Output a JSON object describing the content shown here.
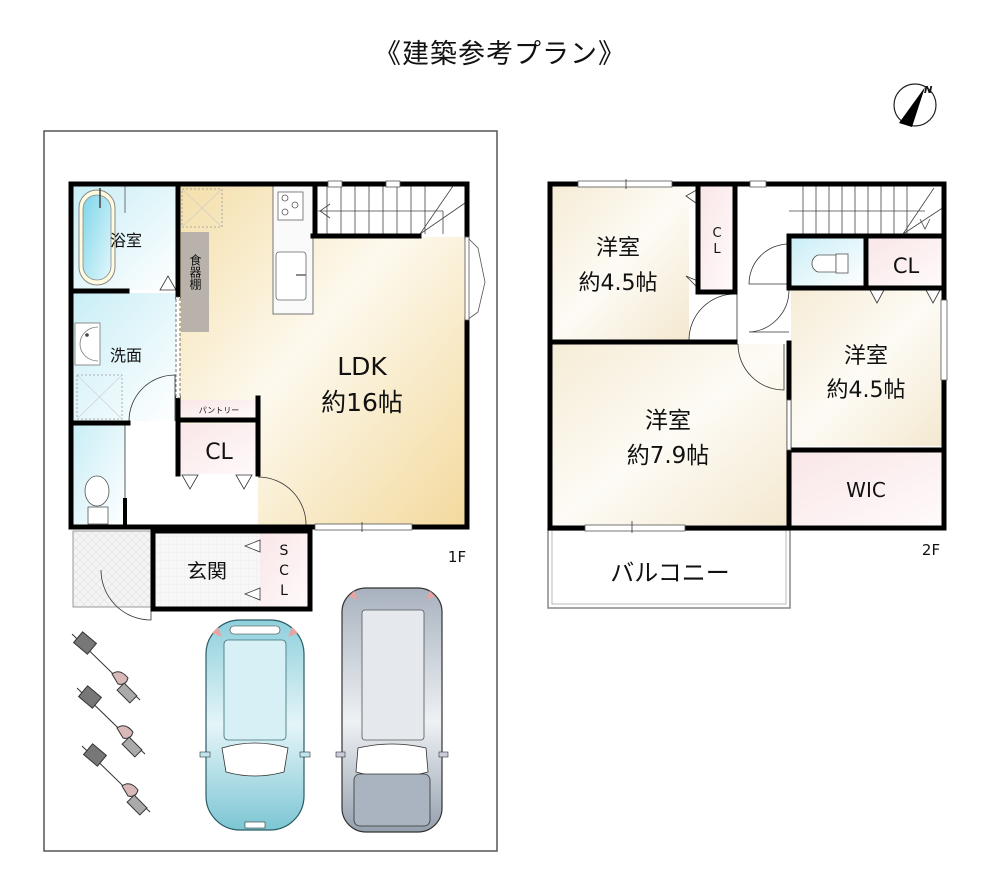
{
  "title": "《建築参考プラン》",
  "compass": {
    "icon": "north-compass-icon",
    "label": "N"
  },
  "floor1": {
    "label": "1F",
    "rooms": {
      "bath": "浴室",
      "washroom": "洗面",
      "dish_shelf": "食器棚",
      "pantry": "パントリー",
      "ldk_name": "LDK",
      "ldk_size": "約16帖",
      "closet": "CL",
      "entrance": "玄関",
      "shoe_closet": [
        "S",
        "C",
        "L"
      ]
    },
    "parking": {
      "cars": 2,
      "bicycles": 3
    }
  },
  "floor2": {
    "label": "2F",
    "rooms": {
      "western_a_name": "洋室",
      "western_a_size": "約4.5帖",
      "closet_a": [
        "C",
        "L"
      ],
      "closet_b": "CL",
      "western_b_name": "洋室",
      "western_b_size": "約4.5帖",
      "western_c_name": "洋室",
      "western_c_size": "約7.9帖",
      "wic": "WIC",
      "balcony": "バルコニー"
    }
  },
  "colors": {
    "wall": "#000000",
    "ldk_fill": "#f6e3b8",
    "room_fill": "#f8f1e3",
    "wet_fill": "#d9f1f6",
    "closet_fill": "#fbeef0",
    "car1": "#7fc7d3",
    "car2": "#9aa5b3"
  }
}
